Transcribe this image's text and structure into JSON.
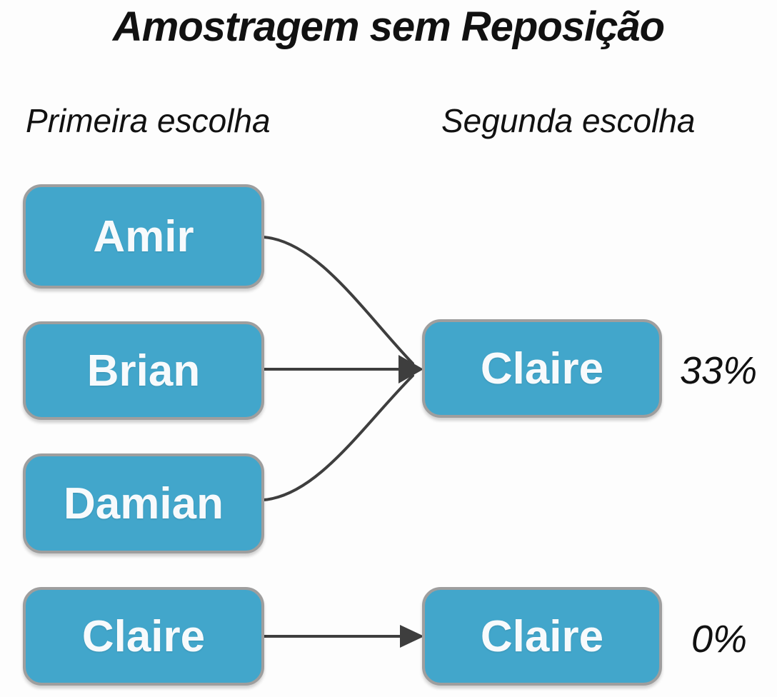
{
  "title": "Amostragem sem Reposição",
  "headers": {
    "first": "Primeira escolha",
    "second": "Segunda escolha"
  },
  "first_choice": {
    "boxes": [
      "Amir",
      "Brian",
      "Damian",
      "Claire"
    ]
  },
  "second_choice": {
    "boxes": [
      {
        "label": "Claire",
        "percent": "33%"
      },
      {
        "label": "Claire",
        "percent": "0%"
      }
    ]
  },
  "edges": [
    {
      "from": "Amir",
      "to": "Claire",
      "result_percent": "33%"
    },
    {
      "from": "Brian",
      "to": "Claire",
      "result_percent": "33%"
    },
    {
      "from": "Damian",
      "to": "Claire",
      "result_percent": "33%"
    },
    {
      "from": "Claire",
      "to": "Claire",
      "result_percent": "0%"
    }
  ],
  "colors": {
    "box_fill": "#42a6cb",
    "box_border": "#9e9e9e",
    "box_text": "#f7fafc",
    "arrow": "#3e3e3e",
    "text": "#111111"
  }
}
